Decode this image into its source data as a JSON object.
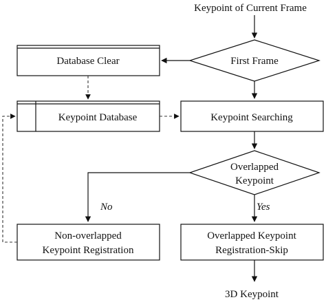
{
  "nodes": {
    "input": "Keypoint of Current Frame",
    "first_frame": "First Frame",
    "database_clear": "Database Clear",
    "keypoint_database": "Keypoint Database",
    "keypoint_searching": "Keypoint Searching",
    "overlapped_line1": "Overlapped",
    "overlapped_line2": "Keypoint",
    "non_overlapped_line1": "Non-overlapped",
    "non_overlapped_line2": "Keypoint Registration",
    "overlapped_reg_line1": "Overlapped Keypoint",
    "overlapped_reg_line2": "Registration-Skip",
    "output": "3D Keypoint"
  },
  "edge_labels": {
    "no": "No",
    "yes": "Yes"
  }
}
